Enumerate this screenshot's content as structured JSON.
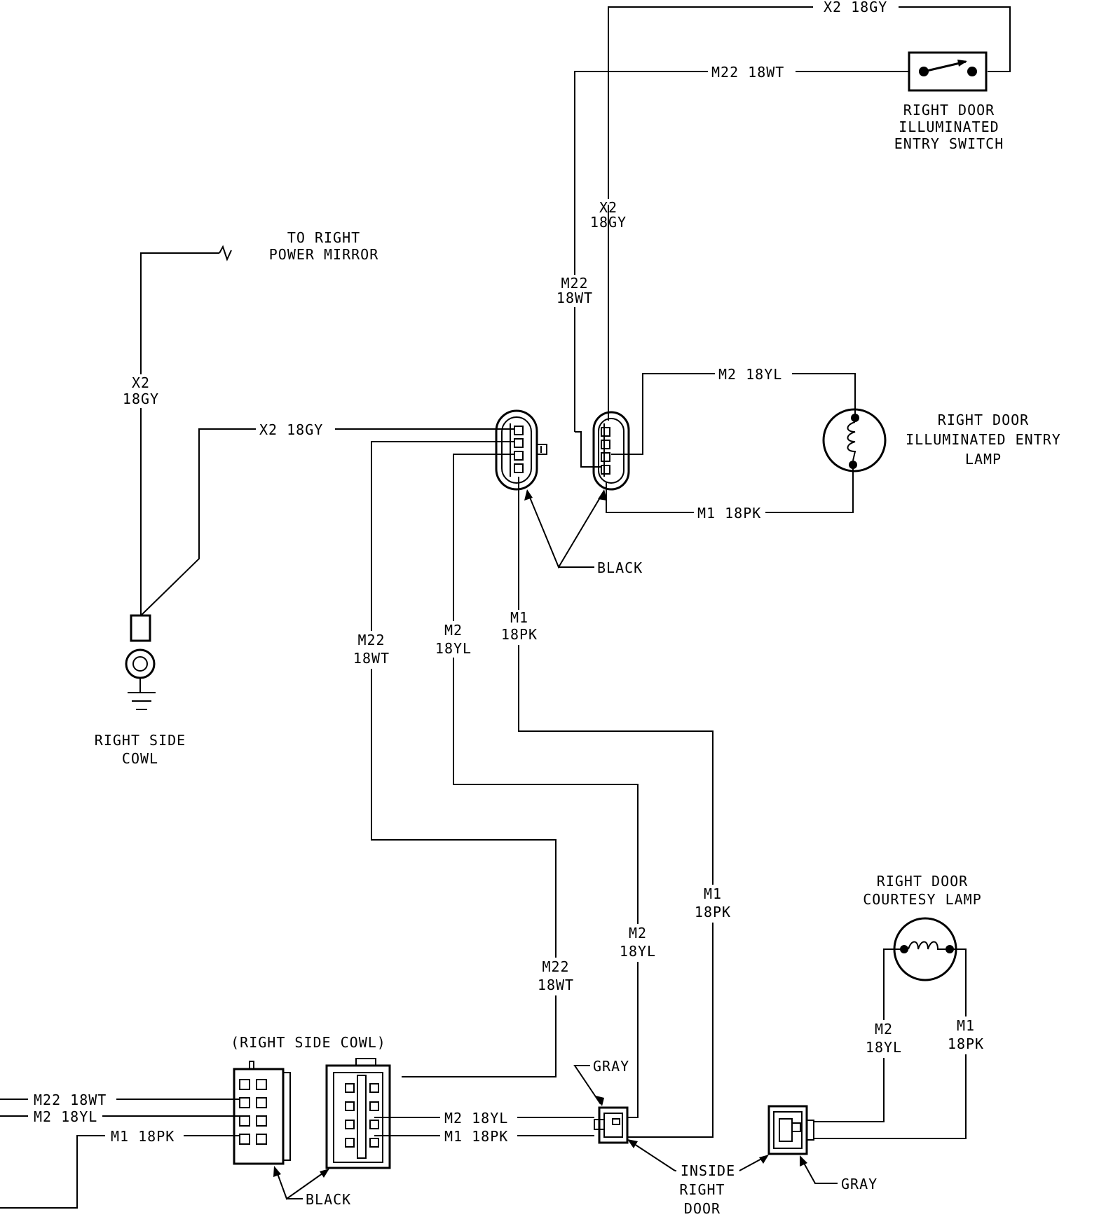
{
  "components": {
    "entry_switch": [
      "RIGHT DOOR",
      "ILLUMINATED",
      "ENTRY SWITCH"
    ],
    "entry_lamp": [
      "RIGHT DOOR",
      "ILLUMINATED ENTRY",
      "LAMP"
    ],
    "power_mirror": [
      "TO RIGHT",
      "POWER MIRROR"
    ],
    "ground": [
      "RIGHT SIDE",
      "COWL"
    ],
    "courtesy_lamp": [
      "RIGHT DOOR",
      "COURTESY LAMP"
    ],
    "cowl_connector_title": "(RIGHT SIDE COWL)",
    "inside_door": [
      "INSIDE",
      "RIGHT",
      "DOOR"
    ]
  },
  "wire_labels": {
    "x2_top": "X2 18GY",
    "m22_switch": "M22 18WT",
    "x2_vertical": [
      "X2",
      "18GY"
    ],
    "m22_vertical": [
      "M22",
      "18WT"
    ],
    "m2_lamp": "M2 18YL",
    "m1_lamp": "M1 18PK",
    "x2_left_vertical": [
      "X2",
      "18GY"
    ],
    "x2_connector": "X2 18GY",
    "m22_down": [
      "M22",
      "18WT"
    ],
    "m2_down": [
      "M2",
      "18YL"
    ],
    "m1_down": [
      "M1",
      "18PK"
    ],
    "m22_lower": [
      "M22",
      "18WT"
    ],
    "m2_lower": [
      "M2",
      "18YL"
    ],
    "m1_lower": [
      "M1",
      "18PK"
    ],
    "m2_courtesy": [
      "M2",
      "18YL"
    ],
    "m1_courtesy": [
      "M1",
      "18PK"
    ],
    "cowl_m22": "M22 18WT",
    "cowl_m2": "M2 18YL",
    "cowl_m1": "M1 18PK",
    "cowl_r_m2": "M2 18YL",
    "cowl_r_m1": "M1 18PK"
  },
  "connector_colors": {
    "upper_connectors": "BLACK",
    "cowl_connectors": "BLACK",
    "inside_door_left": "GRAY",
    "inside_door_right": "GRAY"
  }
}
